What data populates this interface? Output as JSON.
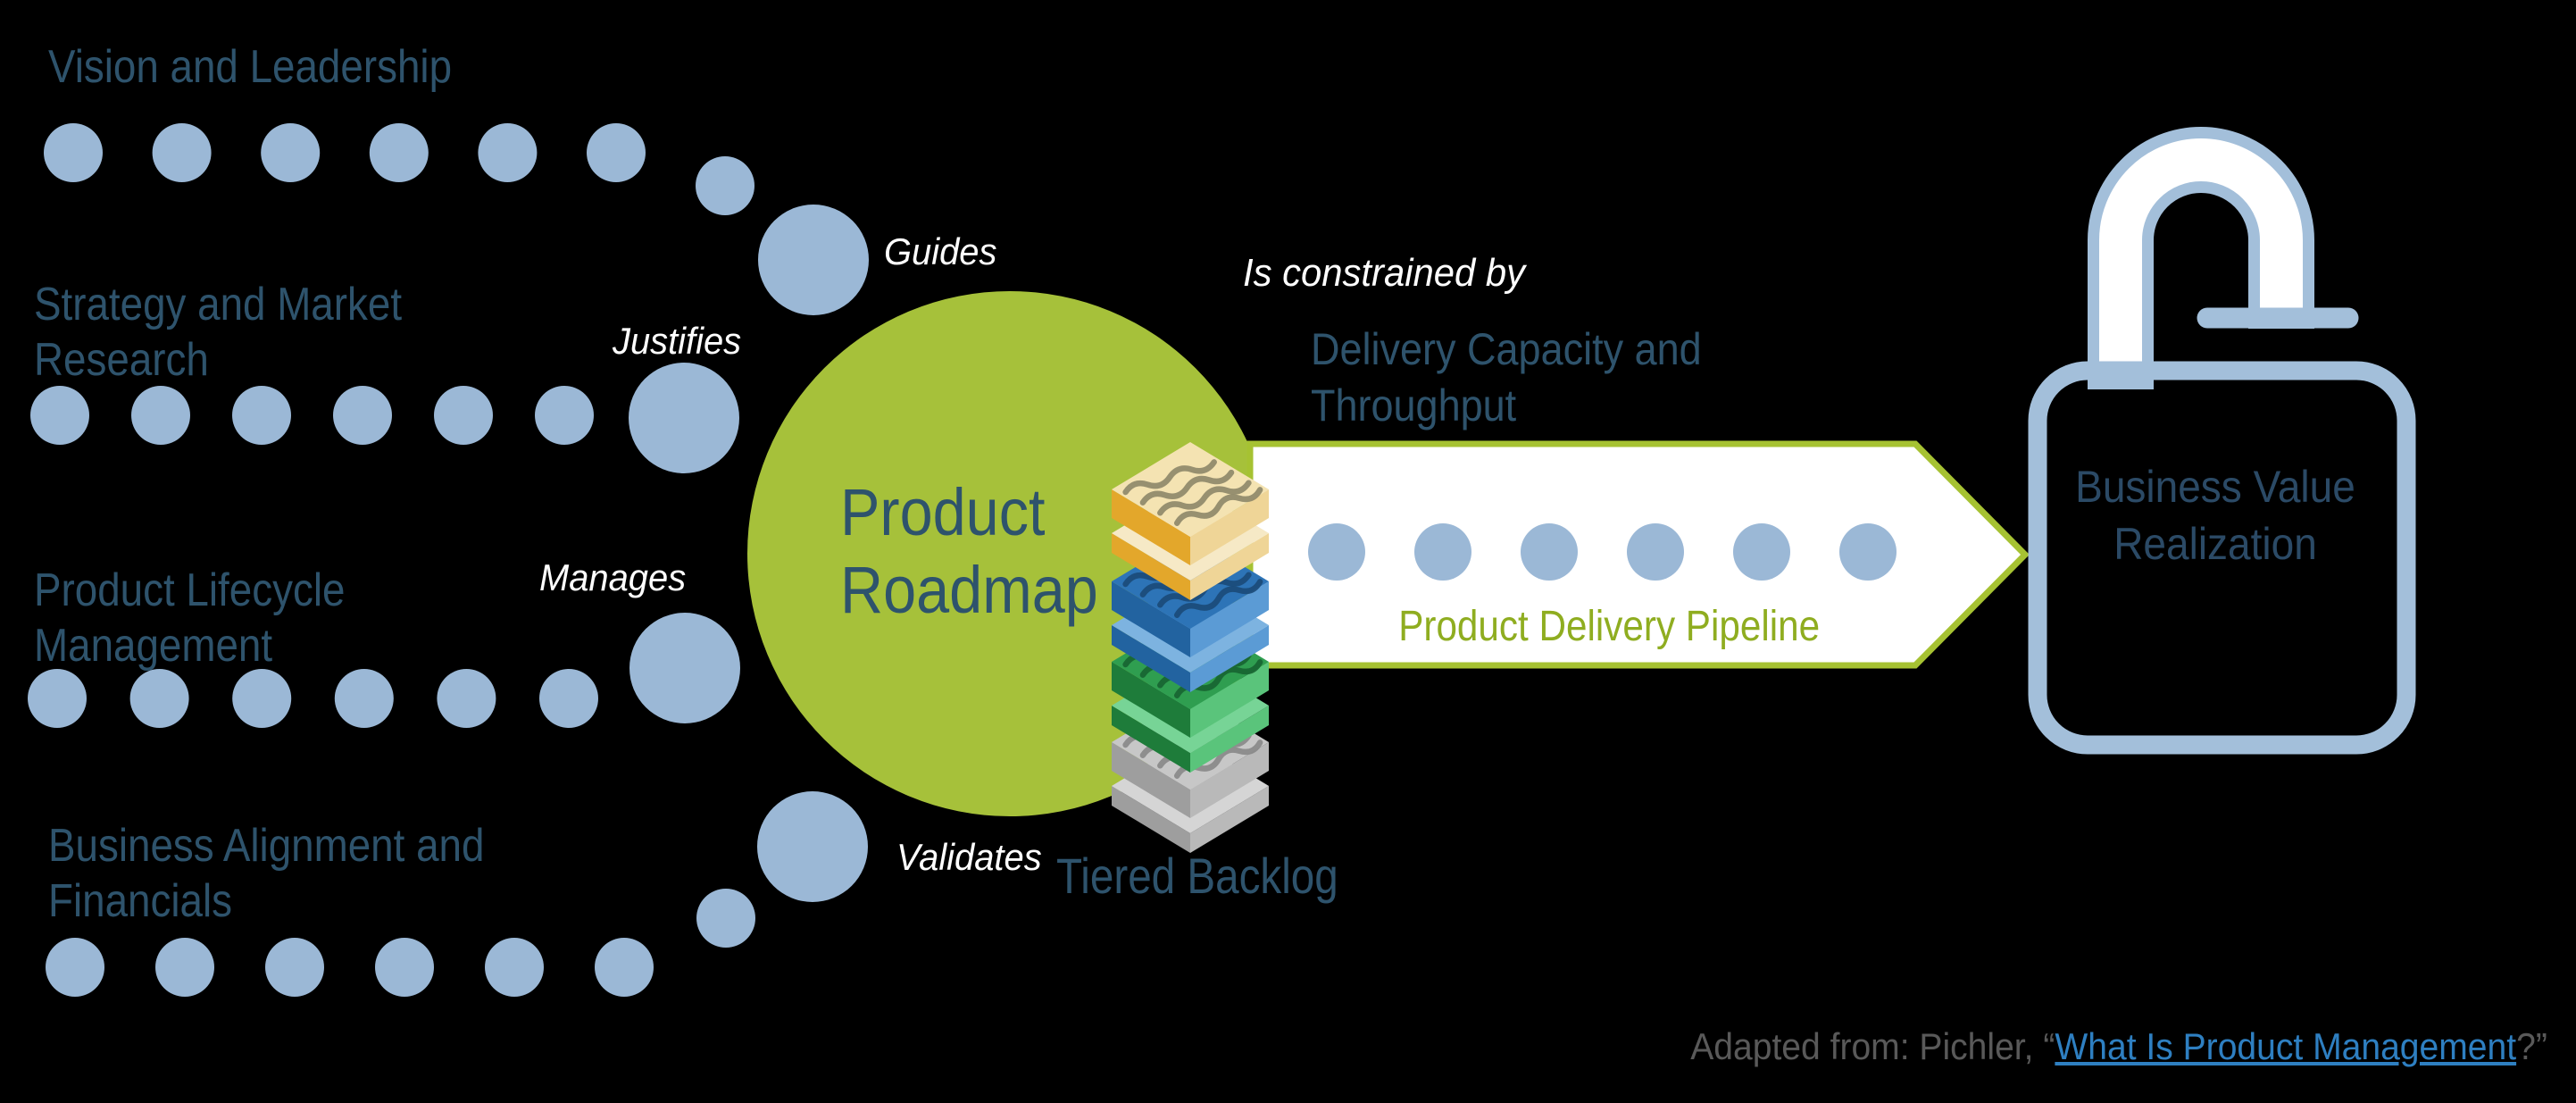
{
  "colors": {
    "background": "#000000",
    "dot_blue": "#9bb8d6",
    "dark_text": "#2e536c",
    "lock_blue": "#a3bfda",
    "lock_text": "#2b4a66",
    "circle_green": "#a6c13a",
    "arrow_border": "#a6c232",
    "arrow_fill": "#ffffff",
    "pipeline_green": "#8fad20",
    "attribution_gray": "#595959",
    "link_blue": "#2e7fc1"
  },
  "sources": [
    {
      "lines": [
        "Vision and Leadership",
        ""
      ],
      "dot_count": 6,
      "verb": "Guides"
    },
    {
      "lines": [
        "Strategy and Market",
        "Research"
      ],
      "dot_count": 6,
      "verb": "Justifies"
    },
    {
      "lines": [
        "Product Lifecycle",
        "Management"
      ],
      "dot_count": 6,
      "verb": "Manages"
    },
    {
      "lines": [
        "Business Alignment and",
        "Financials"
      ],
      "dot_count": 6,
      "verb": "Validates"
    }
  ],
  "roadmap": {
    "lines": [
      "Product",
      "Roadmap"
    ]
  },
  "constraint": {
    "intro": "Is constrained by",
    "lines": [
      "Delivery Capacity and",
      "Throughput"
    ]
  },
  "pipeline": {
    "label": "Product Delivery Pipeline",
    "dot_count": 6
  },
  "tiered_backlog": {
    "label": "Tiered Backlog",
    "tiers": [
      {
        "top": "#f4e3b2",
        "left": "#e3a72b",
        "right": "#efd597",
        "thin_top": "#f6e9c6",
        "squiggle": "#8d8668"
      },
      {
        "top": "#2d74b7",
        "left": "#2263a0",
        "right": "#5b9bd5",
        "thin_top": "#7db3e0",
        "squiggle": "#1b4a78"
      },
      {
        "top": "#2f9e50",
        "left": "#1e7c3a",
        "right": "#5ac47b",
        "thin_top": "#77d496",
        "squiggle": "#176331"
      },
      {
        "top": "#c7c7c7",
        "left": "#9e9e9e",
        "right": "#b9b9b9",
        "thin_top": "#d5d5d5",
        "squiggle": "#878787"
      }
    ]
  },
  "outcome": {
    "lines": [
      "Business Value",
      "Realization"
    ]
  },
  "attribution": {
    "prefix": "Adapted from: Pichler, “",
    "link_text": "What Is Product Management",
    "suffix": "?”"
  }
}
